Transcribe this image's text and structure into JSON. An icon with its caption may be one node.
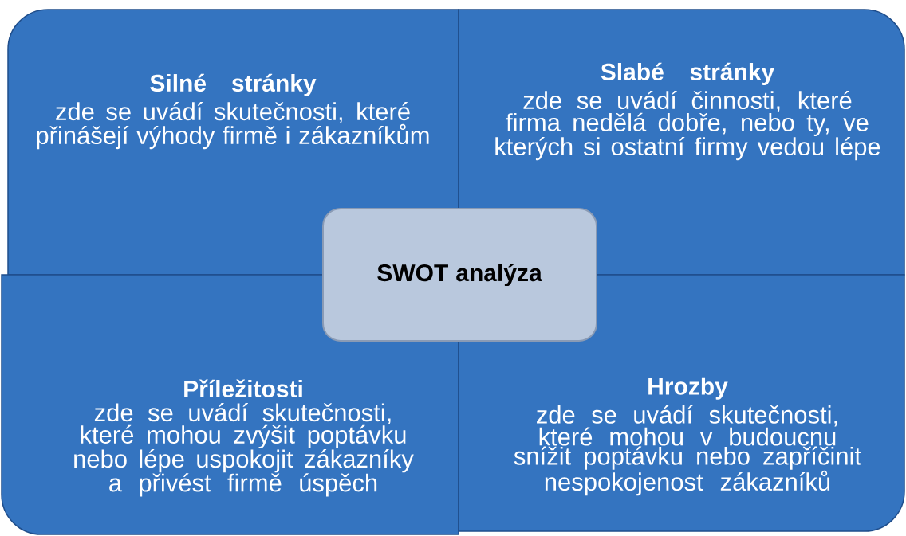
{
  "diagram": {
    "nodes": [
      {
        "text": [
          "Silné stránky",
          "zde se uvádí skutečnosti, které přinášejí výhody firmě i zákazníkům"
        ]
      },
      {
        "text": [
          "Slabé stránky",
          "zde se uvádí činnosti, které firma nedělá dobře, nebo ty, ve kterých si ostatní firmy vedou lépe"
        ]
      },
      {
        "text": [
          "SWOT analýza"
        ]
      },
      {
        "text": [
          "Příležitosti",
          "zde se uvádí skutečnosti, které mohou zvýšit poptávku nebo lépe uspokojit zákazníky a přivést firmě úspěch"
        ]
      },
      {
        "text": [
          "Hrozby",
          "zde se uvádí skutečnosti, které mohou v budoucnu snížit poptávku nebo zapříčinit nespokojenost zákazníků"
        ]
      }
    ]
  }
}
